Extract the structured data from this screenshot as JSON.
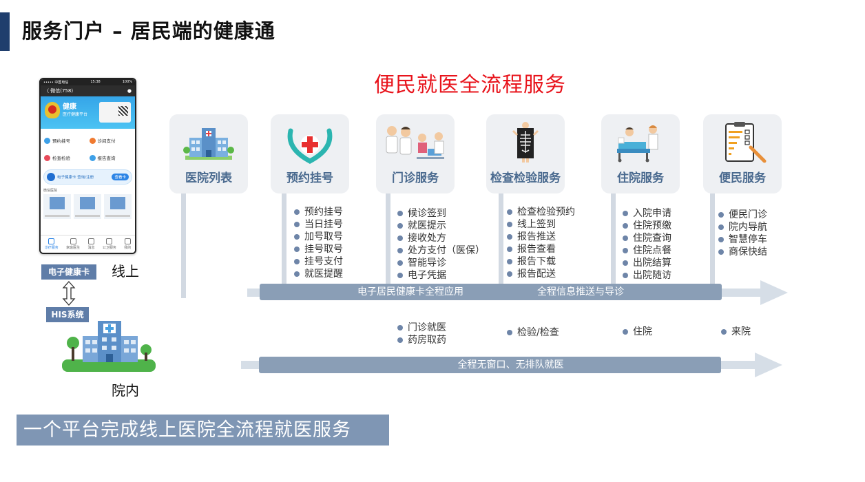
{
  "header": {
    "title": "服务门户 – 居民端的健康通"
  },
  "main_title": "便民就医全流程服务",
  "phone": {
    "status_left": "••••• 中国电信 ",
    "status_time": "15:38",
    "status_right": "100%",
    "nav_back": "〈 微信(758)",
    "banner_name": "健康",
    "banner_sub": "医疗健康平台",
    "grid": [
      "预约挂号",
      "诊间支付",
      "检查检验",
      "报告查询"
    ],
    "ecard_text": "电子健康卡 查询/注册",
    "ecard_btn": "查看卡",
    "section": "微信医院",
    "tabs": [
      "诊疗服务",
      "家庭医生",
      "消息",
      "公卫服务",
      "我的"
    ]
  },
  "left": {
    "ecard_tag": "电子健康卡",
    "his_tag": "HIS系统",
    "online": "线上",
    "inhospital": "院内"
  },
  "services": [
    {
      "label": "医院列表",
      "icon": "hospital-icon",
      "items": []
    },
    {
      "label": "预约挂号",
      "icon": "medical-cross-icon",
      "items": [
        "预约挂号",
        "当日挂号",
        "加号取号",
        "挂号取号",
        "挂号支付",
        "就医提醒"
      ]
    },
    {
      "label": "门诊服务",
      "icon": "doctors-icon",
      "items": [
        "候诊签到",
        "就医提示",
        "接收处方",
        "处方支付（医保）",
        "智能导诊",
        "电子凭据"
      ]
    },
    {
      "label": "检查检验服务",
      "icon": "xray-icon",
      "items": [
        "检查检验预约",
        "线上签到",
        "报告推送",
        "报告查看",
        "报告下载",
        "报告配送"
      ]
    },
    {
      "label": "住院服务",
      "icon": "inpatient-icon",
      "items": [
        "入院申请",
        "住院预缴",
        "住院查询",
        "住院点餐",
        "出院结算",
        "出院随访"
      ]
    },
    {
      "label": "便民服务",
      "icon": "clipboard-rating-icon",
      "items": [
        "便民门诊",
        "院内导航",
        "智慧停车",
        "商保快结"
      ]
    }
  ],
  "online_bar": {
    "left": "电子居民健康卡全程应用",
    "right": "全程信息推送与导诊"
  },
  "offline_items": {
    "outpatient": [
      "门诊就医",
      "药房取药"
    ],
    "exam": [
      "检验/检查"
    ],
    "inpatient": [
      "住院"
    ],
    "visit": [
      "来院"
    ]
  },
  "offline_bar": "全程无窗口、无排队就医",
  "bottom_title": "一个平台完成线上医院全流程就医服务",
  "colors": {
    "accent": "#1f3e6d",
    "red": "#e8141c",
    "bar": "#8a9eb6",
    "tag": "#5f7da8"
  }
}
